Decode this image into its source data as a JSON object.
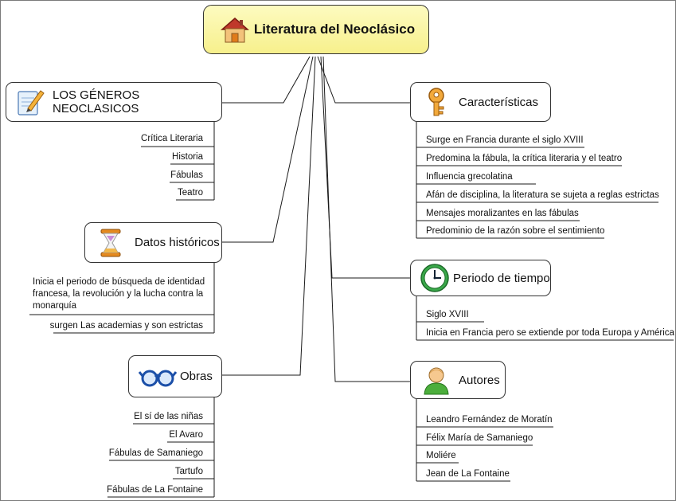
{
  "root": {
    "title": "Literatura del Neoclásico",
    "icon": "house-icon"
  },
  "left_topics": [
    {
      "label": "LOS GÉNEROS NEOCLASICOS",
      "icon": "pencil-paper-icon",
      "items": [
        "Crítica Literaria",
        "Historia",
        "Fábulas",
        "Teatro"
      ]
    },
    {
      "label": "Datos históricos",
      "icon": "hourglass-icon",
      "items": [
        "Inicia el periodo de búsqueda de identidad francesa, la revolución y la lucha contra la monarquía",
        "surgen Las academias y son estrictas"
      ]
    },
    {
      "label": "Obras",
      "icon": "glasses-icon",
      "items": [
        "El sí de las niñas",
        "El Avaro",
        "Fábulas de Samaniego",
        "Tartufo",
        "Fábulas de La Fontaine"
      ]
    }
  ],
  "right_topics": [
    {
      "label": "Características",
      "icon": "key-icon",
      "items": [
        "Surge en Francia durante el siglo XVIII",
        "Predomina la fábula, la crítica literaria y el teatro",
        "Influencia grecolatina",
        "Afán de disciplina, la literatura se sujeta a reglas estrictas",
        "Mensajes moralizantes en las fábulas",
        "Predominio de la razón sobre el sentimiento"
      ]
    },
    {
      "label": "Periodo de tiempo",
      "icon": "clock-icon",
      "items": [
        "Siglo XVIII",
        "Inicia en Francia pero se extiende por toda Europa y América"
      ]
    },
    {
      "label": "Autores",
      "icon": "person-icon",
      "items": [
        "Leandro Fernández de Moratín",
        "Félix María de Samaniego",
        "Moliére",
        "Jean de La Fontaine"
      ]
    }
  ],
  "colors": {
    "root_fill": "#f7f08c",
    "line": "#1a1a1a",
    "border": "#333333"
  }
}
